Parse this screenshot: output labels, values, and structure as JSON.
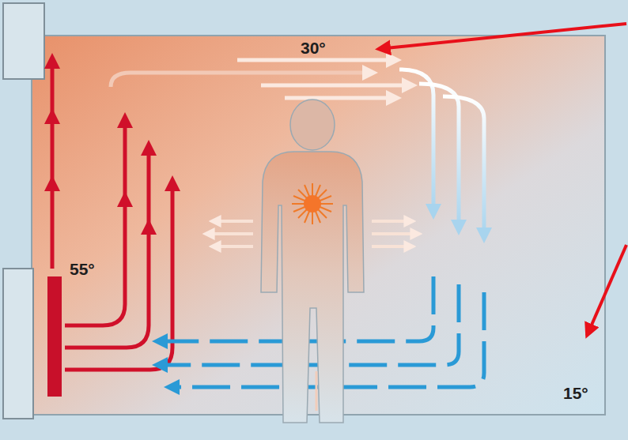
{
  "diagram": {
    "labels": [
      "30°",
      "55°",
      "15°"
    ]
  }
}
